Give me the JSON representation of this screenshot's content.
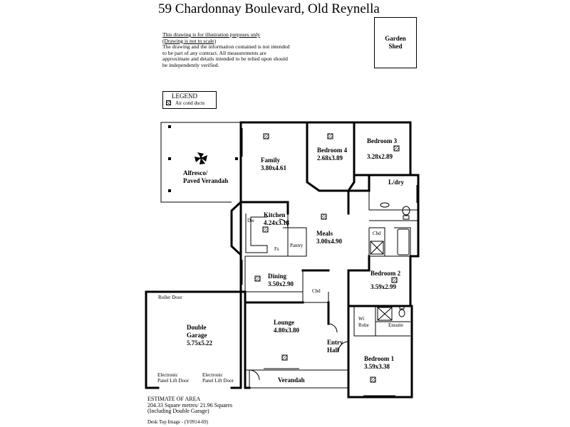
{
  "header": {
    "title": "59 Chardonnay Boulevard, Old Reynella"
  },
  "disclaimer": {
    "line1": "This drawing is for illustration purposes only",
    "line2": "(Drawing is not to scale)",
    "body": "The drawing and the information contained is not intended to be part of any contract.  All measurements are approximate and details intended to be relied upon should be independently verified."
  },
  "garden_shed": {
    "line1": "Garden",
    "line2": "Shed"
  },
  "legend": {
    "title": "LEGEND",
    "item": "Air cond ducts"
  },
  "rooms": {
    "family": {
      "name": "Family",
      "dims": "3.80x4.61"
    },
    "bedroom4": {
      "name": "Bedroom 4",
      "dims": "2.68x3.89"
    },
    "bedroom3": {
      "name": "Bedroom 3",
      "dims": "3.28x2.89"
    },
    "alfresco": {
      "line1": "Alfresco/",
      "line2": "Paved Verandah"
    },
    "ldry": {
      "name": "L/dry"
    },
    "kitchen": {
      "name": "Kitchen",
      "dims": "4.24x3.18"
    },
    "meals": {
      "name": "Meals",
      "dims": "3.00x4.90"
    },
    "pantry": {
      "name": "Pantry"
    },
    "dining": {
      "name": "Dining",
      "dims": "3.50x2.90"
    },
    "bedroom2": {
      "name": "Bedroom 2",
      "dims": "3.59x2.99"
    },
    "garage": {
      "line1": "Double",
      "line2": "Garage",
      "dims": "5.75x5.22"
    },
    "lounge": {
      "name": "Lounge",
      "dims": "4.80x3.80"
    },
    "entry": {
      "line1": "Entry",
      "line2": "Hall"
    },
    "bedroom1": {
      "name": "Bedroom 1",
      "dims": "3.59x3.38"
    },
    "verandah": {
      "name": "Verandah"
    },
    "wirobe": {
      "line1": "Wi",
      "line2": "Robe"
    },
    "ensuite": {
      "name": "Ensuite"
    }
  },
  "fixtures": {
    "dw": "Dw",
    "fs": "Fs",
    "cbd1": "Cbd",
    "cbd2": "Cbd",
    "roller_door": "Roller Door",
    "panel_door_left": {
      "line1": "Electronic",
      "line2": "Panel Lift Door"
    },
    "panel_door_right": {
      "line1": "Electronic",
      "line2": "Panel Lift Door"
    }
  },
  "estimate": {
    "title": "ESTIMATE OF AREA",
    "line1": "204.33 Square metres/  21.96 Squares",
    "line2": "(Including Double Garage)"
  },
  "footer": {
    "text": "Desk Top Image - (Y0914-69)"
  }
}
